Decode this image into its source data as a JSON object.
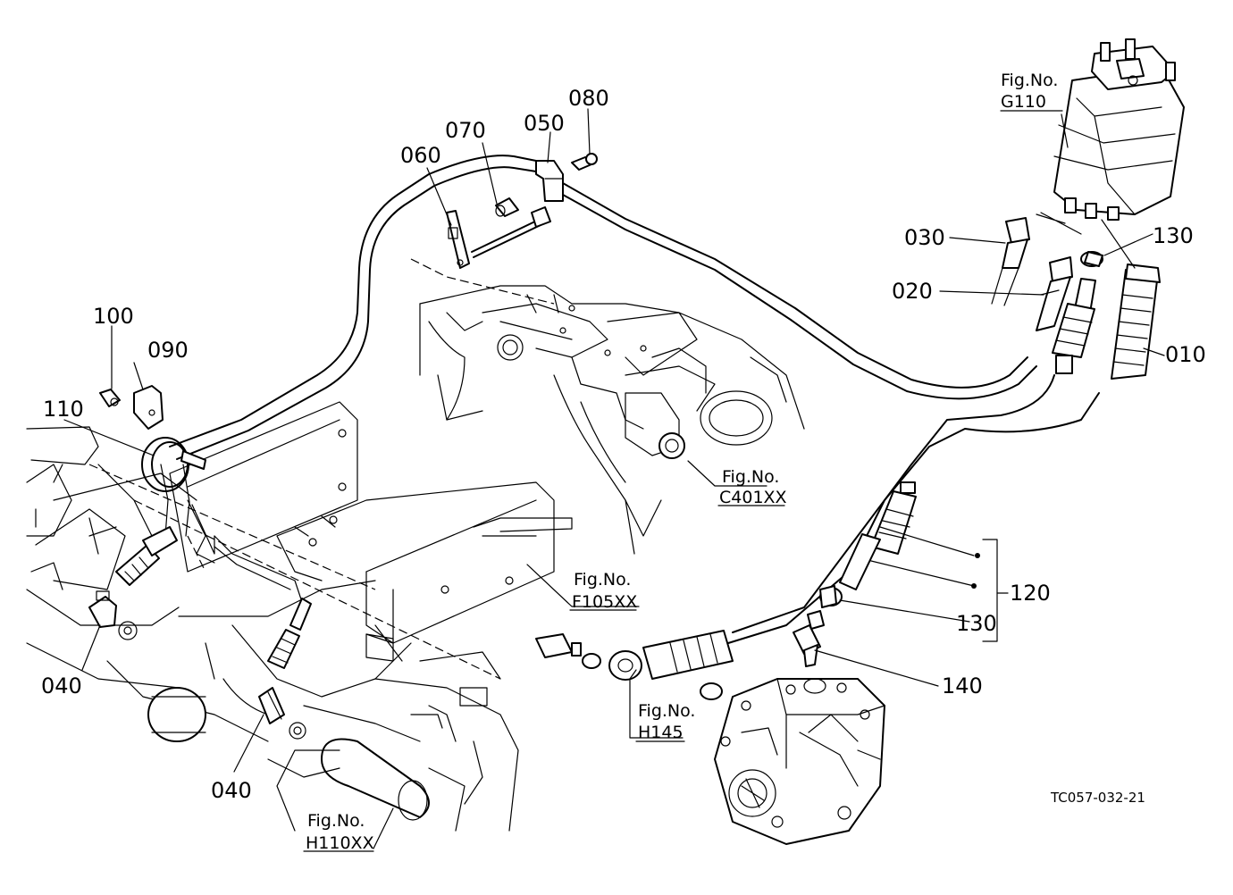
{
  "callouts": {
    "c010": "010",
    "c020": "020",
    "c030": "030",
    "c040a": "040",
    "c040b": "040",
    "c050": "050",
    "c060": "060",
    "c070": "070",
    "c080": "080",
    "c090": "090",
    "c100": "100",
    "c110": "110",
    "c120": "120",
    "c130a": "130",
    "c130b": "130",
    "c140": "140"
  },
  "figure_refs": {
    "g110": {
      "line1": "Fig.No.",
      "line2": "G110"
    },
    "c401": {
      "line1": "Fig.No.",
      "line2": "C401XX"
    },
    "f105": {
      "line1": "Fig.No.",
      "line2": "F105XX"
    },
    "h145": {
      "line1": "Fig.No.",
      "line2": "H145"
    },
    "h110": {
      "line1": "Fig.No.",
      "line2": "H110XX"
    }
  },
  "drawing_code": "TC057-032-21"
}
